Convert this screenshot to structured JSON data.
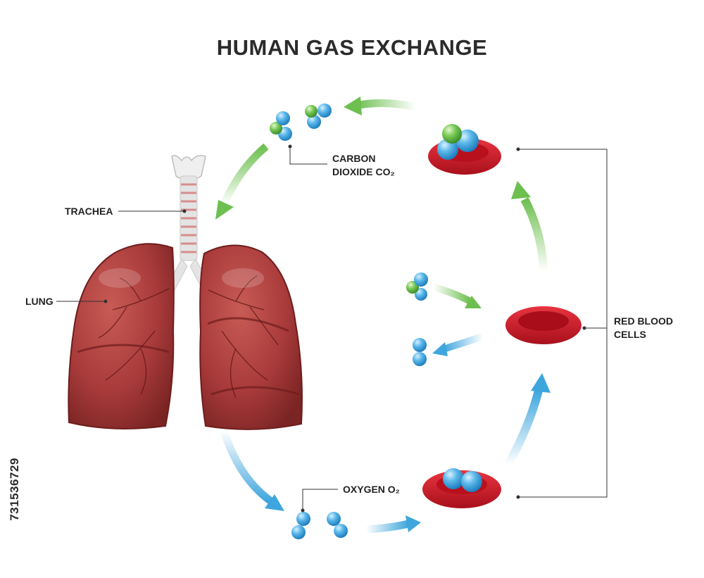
{
  "title": "HUMAN GAS EXCHANGE",
  "labels": {
    "trachea": "TRACHEA",
    "lung": "LUNG",
    "co2_line1": "CARBON",
    "co2_line2": "DIOXIDE CO₂",
    "oxygen": "OXYGEN O₂",
    "rbc_line1": "RED BLOOD",
    "rbc_line2": "CELLS"
  },
  "side_text": "731536729",
  "colors": {
    "lung": "#a83a3a",
    "lung_dark": "#6e1d1d",
    "rbc": "#d41c2c",
    "oxygen": "#3fa6dd",
    "carbon": "#6dbf4f",
    "arrow_green": "#6dbf4f",
    "arrow_blue": "#3fa6dd",
    "trachea": "#e8e8e8",
    "text": "#222222"
  }
}
